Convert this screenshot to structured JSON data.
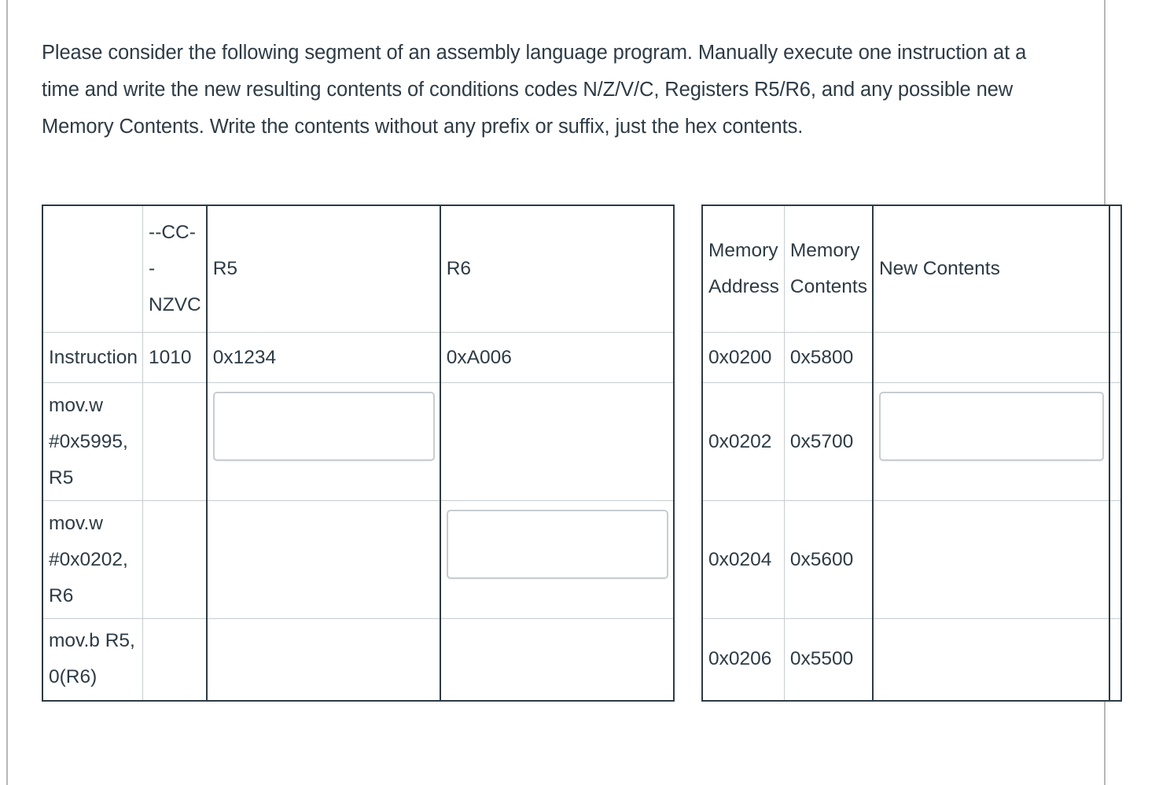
{
  "prompt": {
    "text": "Please consider the following  segment of an assembly language program. Manually execute one instruction at a time and write the new resulting contents of conditions codes N/Z/V/C, Registers R5/R6, and any possible new Memory Contents. Write the contents without any prefix or suffix, just the hex contents."
  },
  "colors": {
    "text": "#2d3b45",
    "table_border": "#2d3b45",
    "cell_border": "#c7cdd1",
    "input_border": "#c7cdd1",
    "margin_line": "#b7b7b7",
    "background": "#ffffff"
  },
  "register_table": {
    "headers": {
      "instruction": "",
      "cc": "--CC--NZVC",
      "cc_line1": "--CC-",
      "cc_line2": "-",
      "cc_line3": "NZVC",
      "r5": "R5",
      "r6": "R6"
    },
    "rows": [
      {
        "instruction": "Instruction",
        "cc": "1010",
        "r5": "0x1234",
        "r6": "0xA006",
        "r5_input": false,
        "r6_input": false
      },
      {
        "instruction": "mov.w #0x5995, R5",
        "cc": "",
        "r5": "",
        "r6": "",
        "r5_input": true,
        "r5_input_value": "",
        "r5_input_placeholder": "",
        "r6_input": false
      },
      {
        "instruction": "mov.w #0x0202, R6",
        "cc": "",
        "r5": "",
        "r6": "",
        "r5_input": false,
        "r6_input": true,
        "r6_input_value": "",
        "r6_input_placeholder": ""
      },
      {
        "instruction": "mov.b  R5, 0(R6)",
        "cc": "",
        "r5": "",
        "r6": "",
        "r5_input": false,
        "r6_input": false
      }
    ]
  },
  "memory_table": {
    "headers": {
      "address": "Memory Address",
      "address_line1": "Memory",
      "address_line2": "Address",
      "contents": "Memory Contents",
      "contents_line1": "Memory",
      "contents_line2": "Contents",
      "new_contents": "New Contents",
      "extra": ""
    },
    "rows": [
      {
        "address": "0x0200",
        "contents": "0x5800",
        "new_contents": "",
        "new_input": false,
        "extra": ""
      },
      {
        "address": "0x0202",
        "contents": "0x5700",
        "new_contents": "",
        "new_input": true,
        "new_input_value": "",
        "new_input_placeholder": "",
        "extra": ""
      },
      {
        "address": "0x0204",
        "contents": "0x5600",
        "new_contents": "",
        "new_input": false,
        "extra": ""
      },
      {
        "address": "0x0206",
        "contents": "0x5500",
        "new_contents": "",
        "new_input": false,
        "extra": ""
      }
    ]
  }
}
